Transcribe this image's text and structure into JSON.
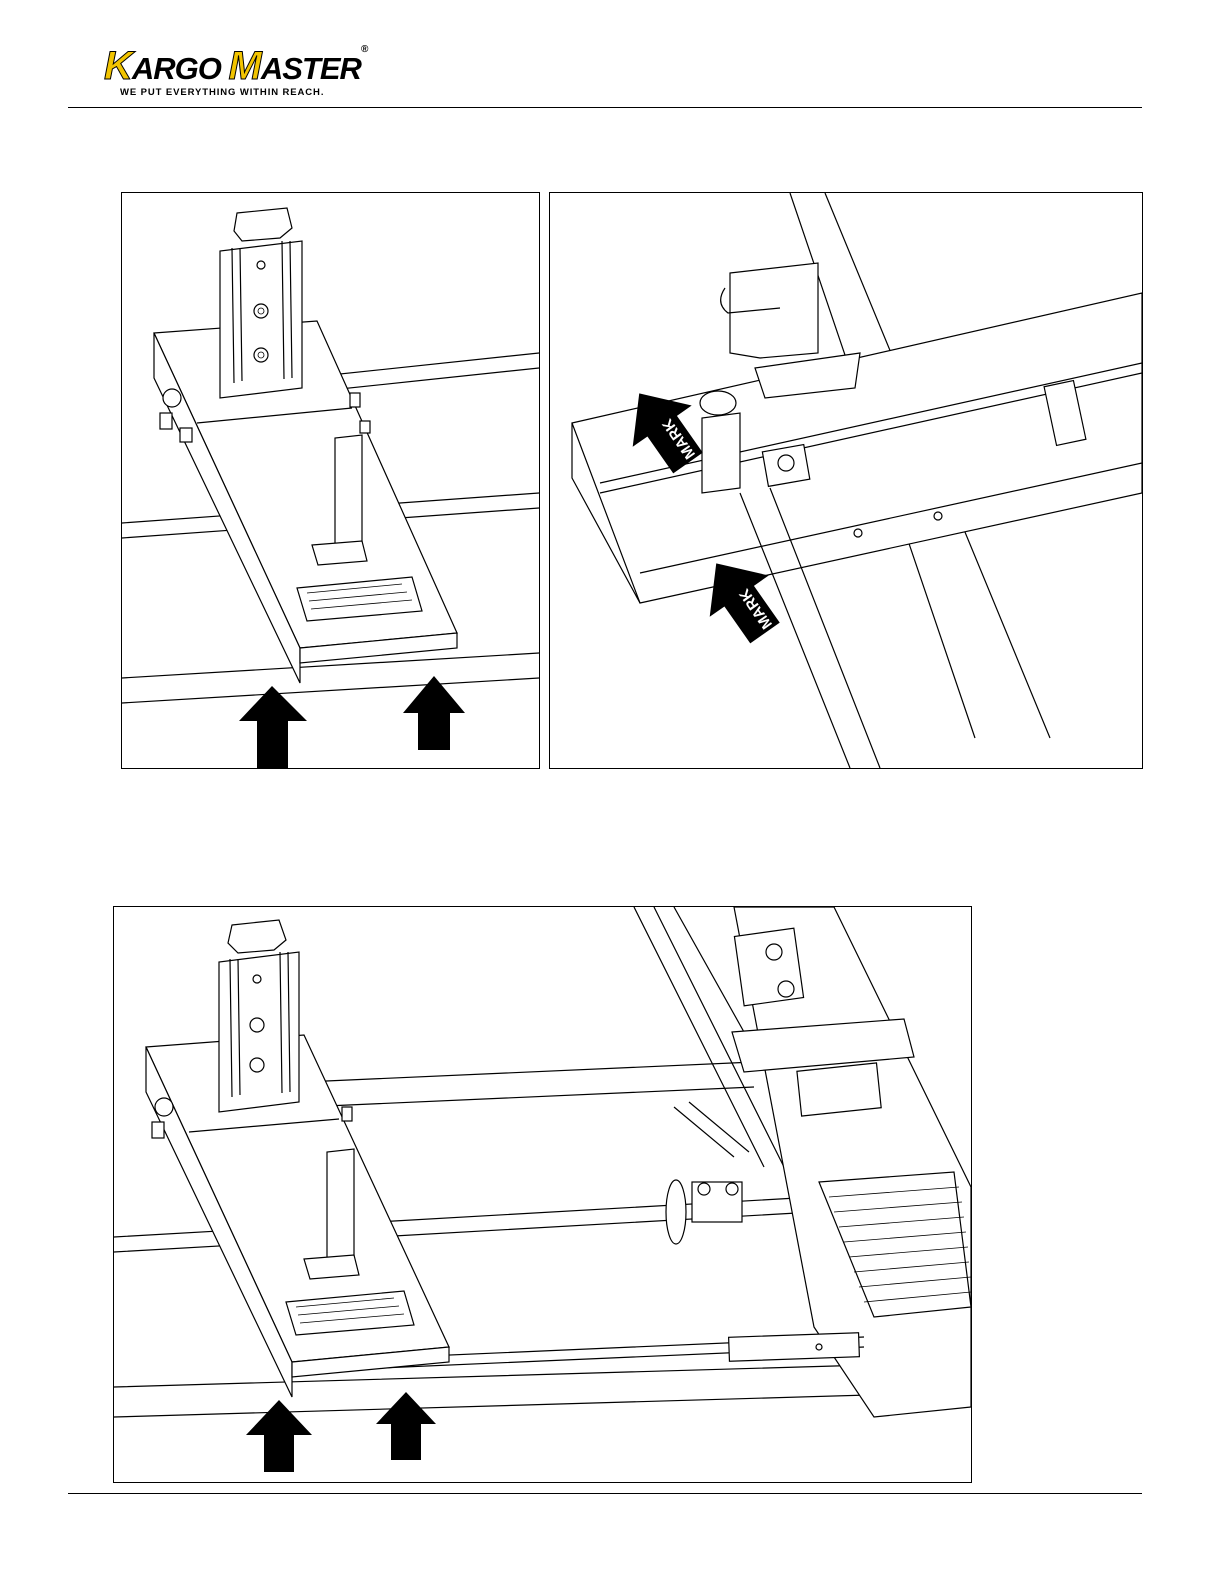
{
  "header": {
    "brand_first": "ARGO",
    "brand_first_cap": "K",
    "brand_second": "ASTER",
    "brand_second_cap": "M",
    "registered": "®",
    "tagline": "WE PUT EVERYTHING WITHIN REACH."
  },
  "figures": {
    "top_right": {
      "mark_label_1": "MARK",
      "mark_label_2": "MARK"
    }
  },
  "colors": {
    "brand_yellow": "#f2c400",
    "line": "#000000",
    "background": "#ffffff"
  }
}
